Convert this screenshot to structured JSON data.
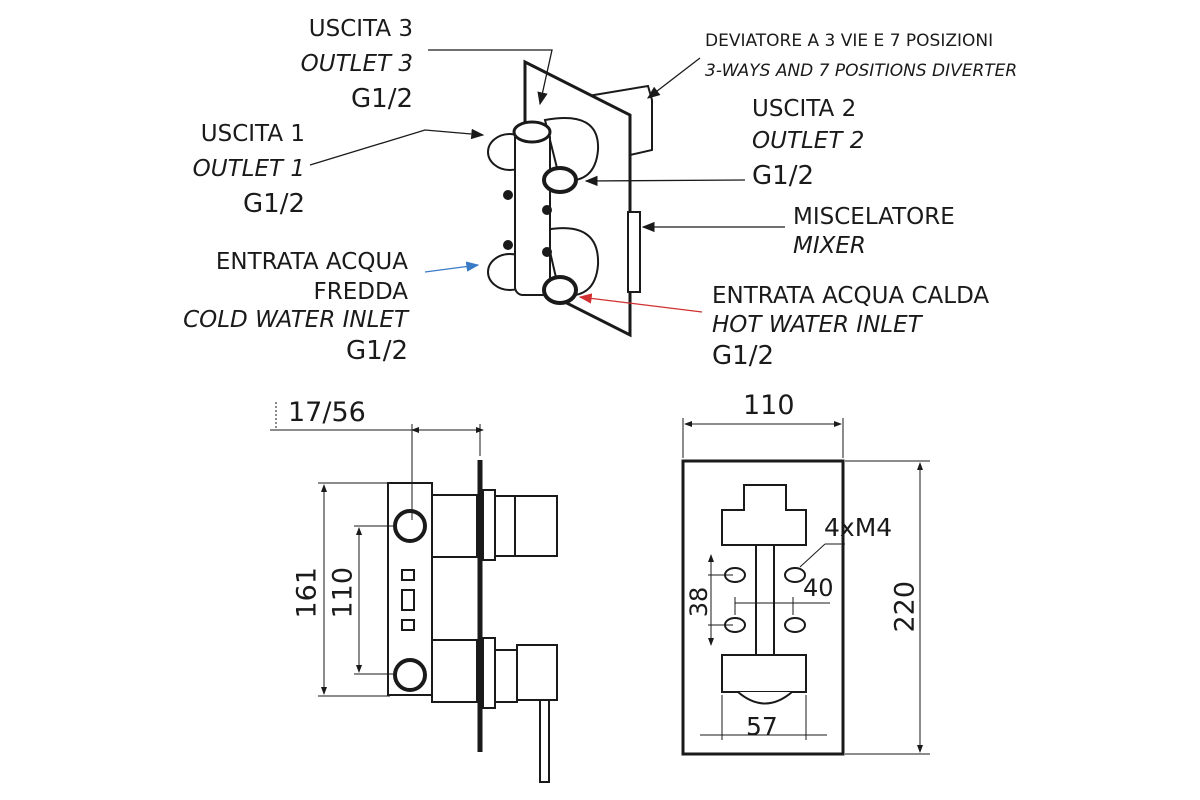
{
  "labels": {
    "outlet3": {
      "it": "USCITA 3",
      "en": "OUTLET 3",
      "thread": "G1/2"
    },
    "outlet1": {
      "it": "USCITA 1",
      "en": "OUTLET 1",
      "thread": "G1/2"
    },
    "cold_inlet": {
      "it_line1": "ENTRATA ACQUA",
      "it_line2": "FREDDA",
      "en": "COLD WATER INLET",
      "thread": "G1/2"
    },
    "diverter": {
      "it": "DEVIATORE A 3 VIE E 7 POSIZIONI",
      "en": "3-WAYS AND 7 POSITIONS DIVERTER"
    },
    "outlet2": {
      "it": "USCITA 2",
      "en": "OUTLET 2",
      "thread": "G1/2"
    },
    "mixer": {
      "it": "MISCELATORE",
      "en": "MIXER"
    },
    "hot_inlet": {
      "it": "ENTRATA ACQUA CALDA",
      "en": "HOT WATER INLET",
      "thread": "G1/2"
    }
  },
  "dimensions": {
    "side_view": {
      "depth": "17/56",
      "overall_height": "161",
      "inlet_spacing": "110"
    },
    "front_view": {
      "width": "110",
      "height": "220",
      "screws": "4xM4",
      "screw_h_spacing": "40",
      "screw_v_spacing": "38",
      "body_width": "57"
    }
  },
  "colors": {
    "cold_arrow": "#3a7bc8",
    "hot_arrow": "#d03030",
    "line": "#1a1a1a"
  }
}
